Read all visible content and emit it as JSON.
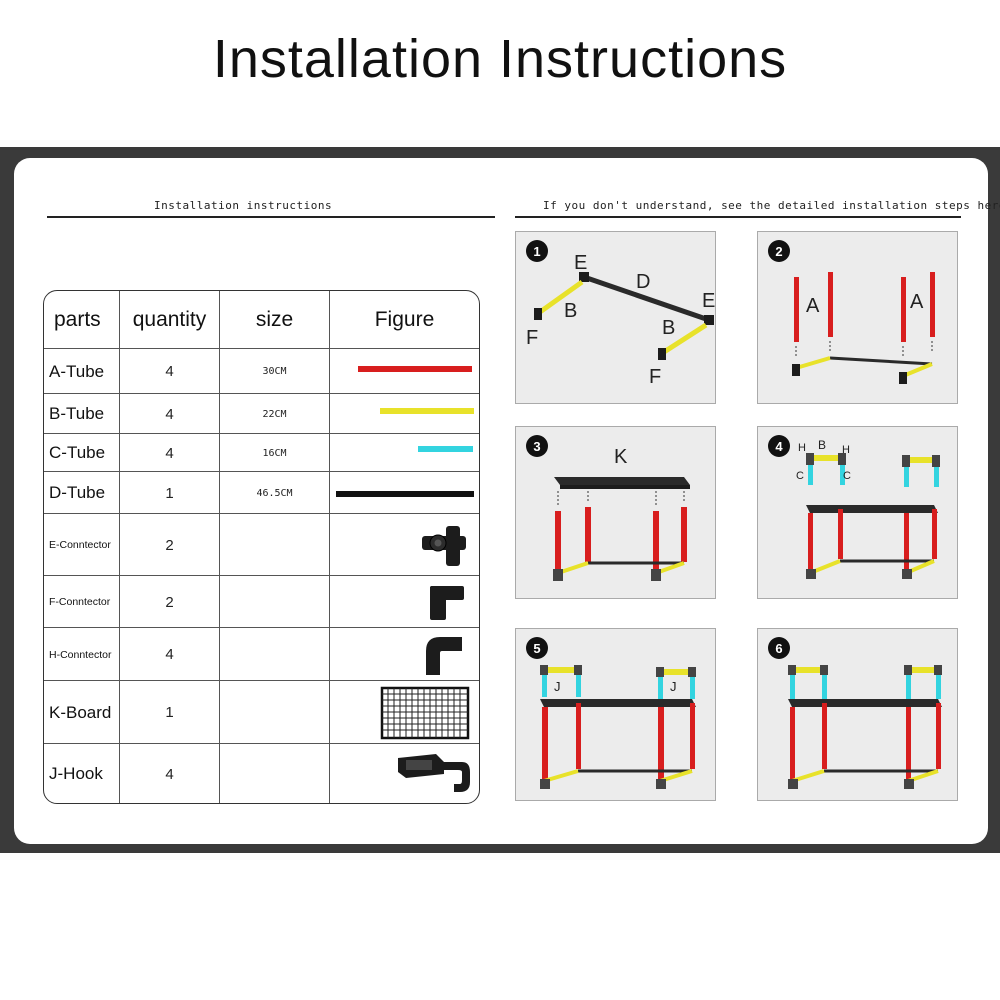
{
  "page_title": "Installation Instructions",
  "left_header": "Installation instructions",
  "right_header": "If you don't understand, see the detailed installation steps here",
  "table": {
    "headers": [
      "parts",
      "quantity",
      "size",
      "Figure"
    ],
    "rows": [
      {
        "part": "A-Tube",
        "quantity": "4",
        "size": "30CM",
        "figure": "red-tube-icon",
        "color": "#d81e1e"
      },
      {
        "part": "B-Tube",
        "quantity": "4",
        "size": "22CM",
        "figure": "yellow-tube-icon",
        "color": "#e8e22a"
      },
      {
        "part": "C-Tube",
        "quantity": "4",
        "size": "16CM",
        "figure": "cyan-tube-icon",
        "color": "#33d4e0"
      },
      {
        "part": "D-Tube",
        "quantity": "1",
        "size": "46.5CM",
        "figure": "black-tube-icon",
        "color": "#111111"
      },
      {
        "part": "E-Conntector",
        "quantity": "2",
        "size": "",
        "figure": "e-connector-icon"
      },
      {
        "part": "F-Conntector",
        "quantity": "2",
        "size": "",
        "figure": "f-connector-icon"
      },
      {
        "part": "H-Conntector",
        "quantity": "4",
        "size": "",
        "figure": "h-connector-icon"
      },
      {
        "part": "K-Board",
        "quantity": "1",
        "size": "",
        "figure": "k-board-icon"
      },
      {
        "part": "J-Hook",
        "quantity": "4",
        "size": "",
        "figure": "j-hook-icon"
      }
    ]
  },
  "steps": [
    {
      "number": "1",
      "labels": [
        "E",
        "D",
        "E",
        "B",
        "B",
        "F",
        "F"
      ]
    },
    {
      "number": "2",
      "labels": [
        "A",
        "A"
      ]
    },
    {
      "number": "3",
      "labels": [
        "K"
      ]
    },
    {
      "number": "4",
      "labels": [
        "H",
        "B",
        "H",
        "C",
        "C"
      ]
    },
    {
      "number": "5",
      "labels": [
        "J",
        "J"
      ]
    },
    {
      "number": "6",
      "labels": []
    }
  ],
  "colors": {
    "red": "#d81e1e",
    "yellow": "#e8e22a",
    "cyan": "#33d4e0",
    "frame": "#3a3a3a"
  }
}
